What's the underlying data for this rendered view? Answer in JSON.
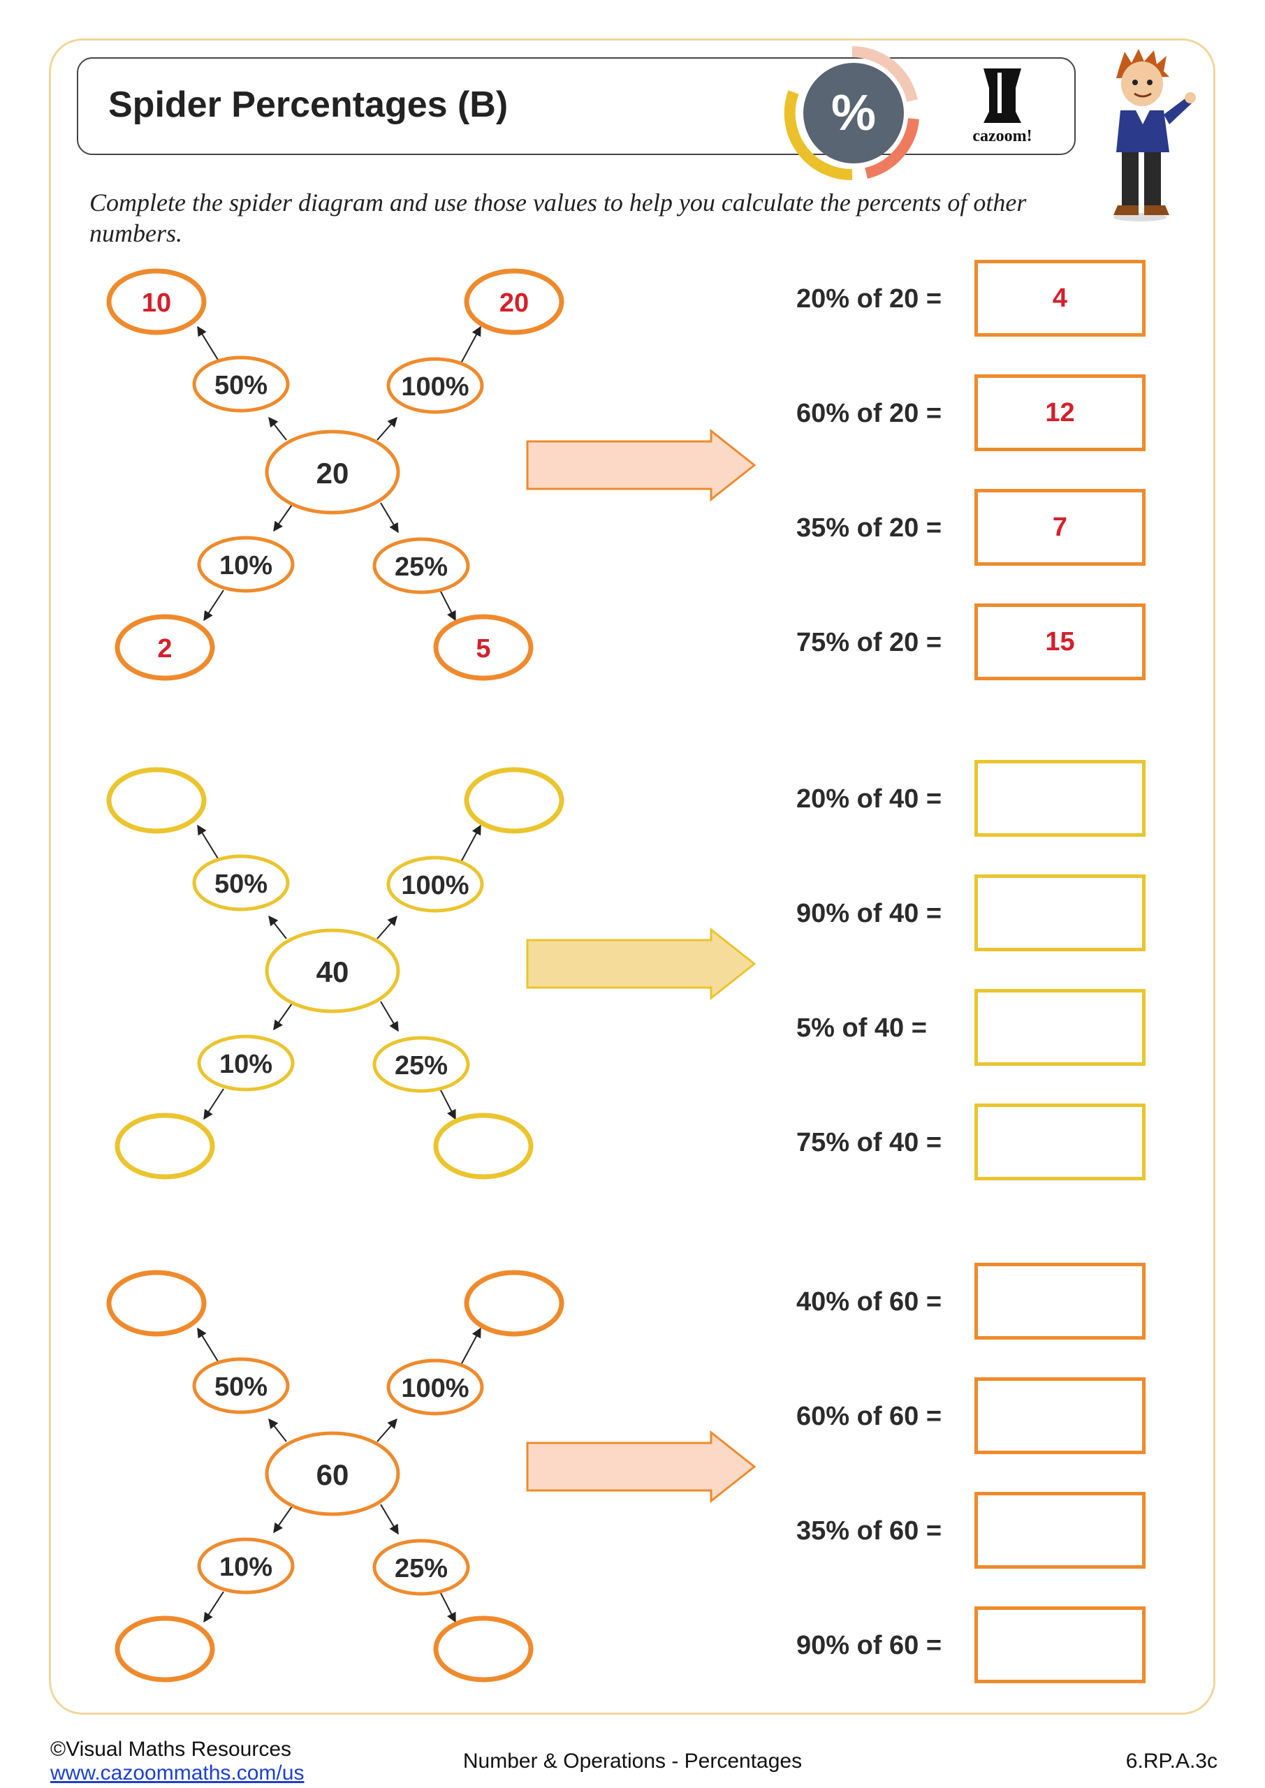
{
  "header": {
    "title": "Spider Percentages (B)",
    "badge_symbol": "%",
    "logo_text": "cazoom!"
  },
  "instructions": "Complete the spider diagram and use those values to help you calculate the percents of other numbers.",
  "colors": {
    "orange": "#ef8a2c",
    "yellow": "#ebc42e",
    "arrow_fill_orange": "#fbd9c6",
    "arrow_fill_yellow": "#f6dc9a",
    "answer_red": "#d4202a",
    "frame": "#f2d59a"
  },
  "spiders": [
    {
      "center": "20",
      "color": "orange",
      "labels": {
        "top_left": "50%",
        "top_right": "100%",
        "bottom_left": "10%",
        "bottom_right": "25%"
      },
      "answers": {
        "top_left": "10",
        "top_right": "20",
        "bottom_left": "2",
        "bottom_right": "5"
      },
      "questions": [
        {
          "text": "20% of 20 =",
          "answer": "4"
        },
        {
          "text": "60% of 20 =",
          "answer": "12"
        },
        {
          "text": "35% of 20 =",
          "answer": "7"
        },
        {
          "text": "75% of 20 =",
          "answer": "15"
        }
      ]
    },
    {
      "center": "40",
      "color": "yellow",
      "labels": {
        "top_left": "50%",
        "top_right": "100%",
        "bottom_left": "10%",
        "bottom_right": "25%"
      },
      "answers": {
        "top_left": "",
        "top_right": "",
        "bottom_left": "",
        "bottom_right": ""
      },
      "questions": [
        {
          "text": "20% of 40 =",
          "answer": ""
        },
        {
          "text": "90% of 40 =",
          "answer": ""
        },
        {
          "text": "5% of 40 =",
          "answer": ""
        },
        {
          "text": "75% of 40 =",
          "answer": ""
        }
      ]
    },
    {
      "center": "60",
      "color": "orange",
      "labels": {
        "top_left": "50%",
        "top_right": "100%",
        "bottom_left": "10%",
        "bottom_right": "25%"
      },
      "answers": {
        "top_left": "",
        "top_right": "",
        "bottom_left": "",
        "bottom_right": ""
      },
      "questions": [
        {
          "text": "40% of 60 =",
          "answer": ""
        },
        {
          "text": "60% of 60 =",
          "answer": ""
        },
        {
          "text": "35% of 60 =",
          "answer": ""
        },
        {
          "text": "90% of 60  =",
          "answer": ""
        }
      ]
    }
  ],
  "footer": {
    "copyright": "©Visual Maths Resources",
    "website": "www.cazoommaths.com/us",
    "topic": "Number & Operations - Percentages",
    "code": "6.RP.A.3c"
  }
}
